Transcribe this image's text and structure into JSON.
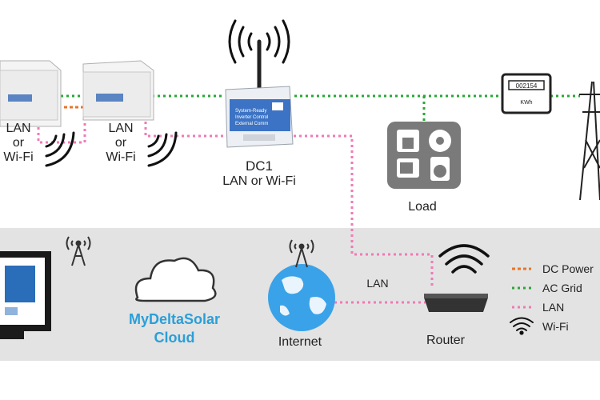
{
  "colors": {
    "dc_power": "#e8742b",
    "ac_grid": "#2aa835",
    "lan": "#f07ab5",
    "band": "#e2e2e2",
    "cloud_text": "#2a9fd8",
    "device_screen": "#5a84c2"
  },
  "inverters": [
    {
      "line1": "LAN",
      "line2": "or",
      "line3": "Wi-Fi"
    },
    {
      "line1": "LAN",
      "line2": "or",
      "line3": "Wi-Fi"
    }
  ],
  "dc1": {
    "name": "DC1",
    "sub": "LAN or Wi-Fi",
    "panel_lines": [
      "System-Ready",
      "Inverter Control",
      "External Comm"
    ]
  },
  "meter": {
    "reading": "002154",
    "unit": "KWh"
  },
  "load": {
    "label": "Load"
  },
  "cloud": {
    "line1": "MyDeltaSolar",
    "line2": "Cloud"
  },
  "internet": {
    "label": "Internet"
  },
  "router": {
    "label": "Router"
  },
  "lan_link": {
    "label": "LAN"
  },
  "legend": {
    "items": [
      {
        "label": "DC Power"
      },
      {
        "label": "AC Grid"
      },
      {
        "label": "LAN"
      },
      {
        "label": "Wi-Fi"
      }
    ]
  },
  "icons": [
    "wifi-icon",
    "antenna-tower-icon",
    "globe-icon",
    "cloud-icon",
    "monitor-icon",
    "router-icon",
    "power-pylon-icon",
    "energy-meter-icon"
  ]
}
